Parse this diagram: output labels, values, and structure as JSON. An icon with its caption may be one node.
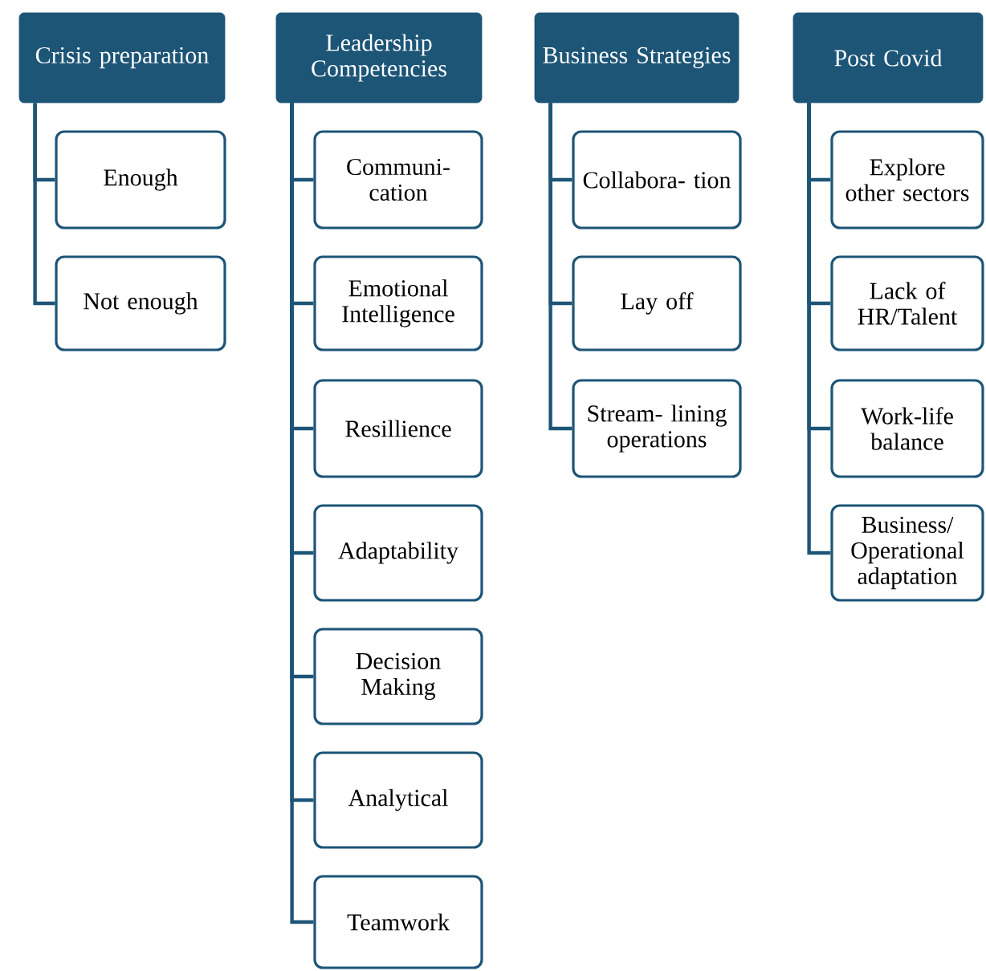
{
  "diagram": {
    "nodes": [
      {
        "text": [
          "Crisis preparation"
        ]
      },
      {
        "text": [
          "Enough"
        ]
      },
      {
        "text": [
          "Not enough"
        ]
      },
      {
        "text": [
          "Leadership Competencies"
        ]
      },
      {
        "text": [
          "Communi- cation"
        ]
      },
      {
        "text": [
          "Emotional Intelligence"
        ]
      },
      {
        "text": [
          "Resillience"
        ]
      },
      {
        "text": [
          "Adaptability"
        ]
      },
      {
        "text": [
          "Decision Making"
        ]
      },
      {
        "text": [
          "Analytical"
        ]
      },
      {
        "text": [
          "Teamwork"
        ]
      },
      {
        "text": [
          "Business Strategies"
        ]
      },
      {
        "text": [
          "Collabora- tion"
        ]
      },
      {
        "text": [
          "Lay off"
        ]
      },
      {
        "text": [
          "Stream- lining operations"
        ]
      },
      {
        "text": [
          "Post Covid"
        ]
      },
      {
        "text": [
          "Explore other sectors"
        ]
      },
      {
        "text": [
          "Lack of HR/Talent"
        ]
      },
      {
        "text": [
          "Work-life balance"
        ]
      },
      {
        "text": [
          "Business/ Operational adaptation"
        ]
      }
    ],
    "edges": [
      {
        "from": 0,
        "to": 1,
        "arrow": "none"
      },
      {
        "from": 0,
        "to": 2,
        "arrow": "none"
      },
      {
        "from": 3,
        "to": 4,
        "arrow": "none"
      },
      {
        "from": 3,
        "to": 5,
        "arrow": "none"
      },
      {
        "from": 3,
        "to": 6,
        "arrow": "none"
      },
      {
        "from": 3,
        "to": 7,
        "arrow": "none"
      },
      {
        "from": 3,
        "to": 8,
        "arrow": "none"
      },
      {
        "from": 3,
        "to": 9,
        "arrow": "none"
      },
      {
        "from": 3,
        "to": 10,
        "arrow": "none"
      },
      {
        "from": 11,
        "to": 12,
        "arrow": "none"
      },
      {
        "from": 11,
        "to": 13,
        "arrow": "none"
      },
      {
        "from": 11,
        "to": 14,
        "arrow": "none"
      },
      {
        "from": 15,
        "to": 16,
        "arrow": "none"
      },
      {
        "from": 15,
        "to": 17,
        "arrow": "none"
      },
      {
        "from": 15,
        "to": 18,
        "arrow": "none"
      },
      {
        "from": 15,
        "to": 19,
        "arrow": "none"
      }
    ]
  }
}
